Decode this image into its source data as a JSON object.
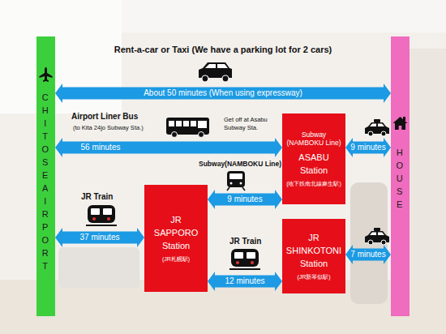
{
  "diagram": {
    "nodes": [
      {
        "text": [
          "CHITOSE AIRPORT"
        ]
      },
      {
        "text": [
          "HOUSE"
        ]
      },
      {
        "text": [
          "Subway (NAMBOKU Line)",
          "ASABU Station",
          "(地下鉄南北線麻生駅)"
        ]
      },
      {
        "text": [
          "JR SAPPORO Station",
          "(JR札幌駅)"
        ]
      },
      {
        "text": [
          "JR SHINKOTONI Station",
          "(JR新琴似駅)"
        ]
      }
    ],
    "edges": [
      {
        "from": 0,
        "to": 1,
        "arrow": "both",
        "label": "About 50 minutes (When using expressway)"
      },
      {
        "from": 0,
        "to": 2,
        "arrow": "both",
        "label": "56 minutes"
      },
      {
        "from": 2,
        "to": 1,
        "arrow": "both",
        "label": "9 minutes"
      },
      {
        "from": 3,
        "to": 2,
        "arrow": "both",
        "label": "9 minutes"
      },
      {
        "from": 0,
        "to": 3,
        "arrow": "both",
        "label": "37 minutes"
      },
      {
        "from": 3,
        "to": 4,
        "arrow": "both",
        "label": "12 minutes"
      },
      {
        "from": 4,
        "to": 1,
        "arrow": "both",
        "label": "7 minutes"
      }
    ],
    "labels": [
      "Rent-a-car or Taxi (We have a parking lot for 2 cars)",
      "Airport Liner Bus",
      "(to Kita 24jo Subway Sta.)",
      "Get off at Asabu Subway Sta.",
      "Subway(NAMBOKU Line)",
      "JR Train",
      "JR Train"
    ]
  }
}
